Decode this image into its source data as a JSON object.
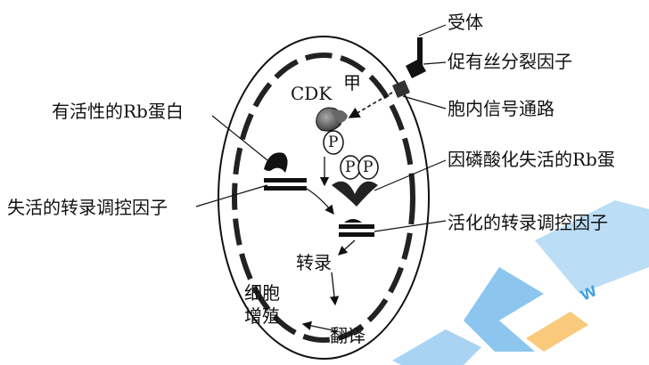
{
  "labels": {
    "receptor": "受体",
    "mitogen": "促有丝分裂因子",
    "signal_pathway": "胞内信号通路",
    "active_rb": "有活性的Rb蛋白",
    "cdk": "CDK",
    "jia": "甲",
    "phospho_rb": "因磷酸化失活的Rb蛋",
    "inactive_tf": "失活的转录调控因子",
    "activated_tf": "活化的转录调控因子",
    "transcription": "转录",
    "cell_proliferation_line1": "细胞",
    "cell_proliferation_line2": "增殖",
    "translation": "翻译",
    "p": "P"
  },
  "colors": {
    "stroke": "#111111",
    "watermark": "#1e8fe0",
    "watermark_accent": "#f6a623"
  }
}
